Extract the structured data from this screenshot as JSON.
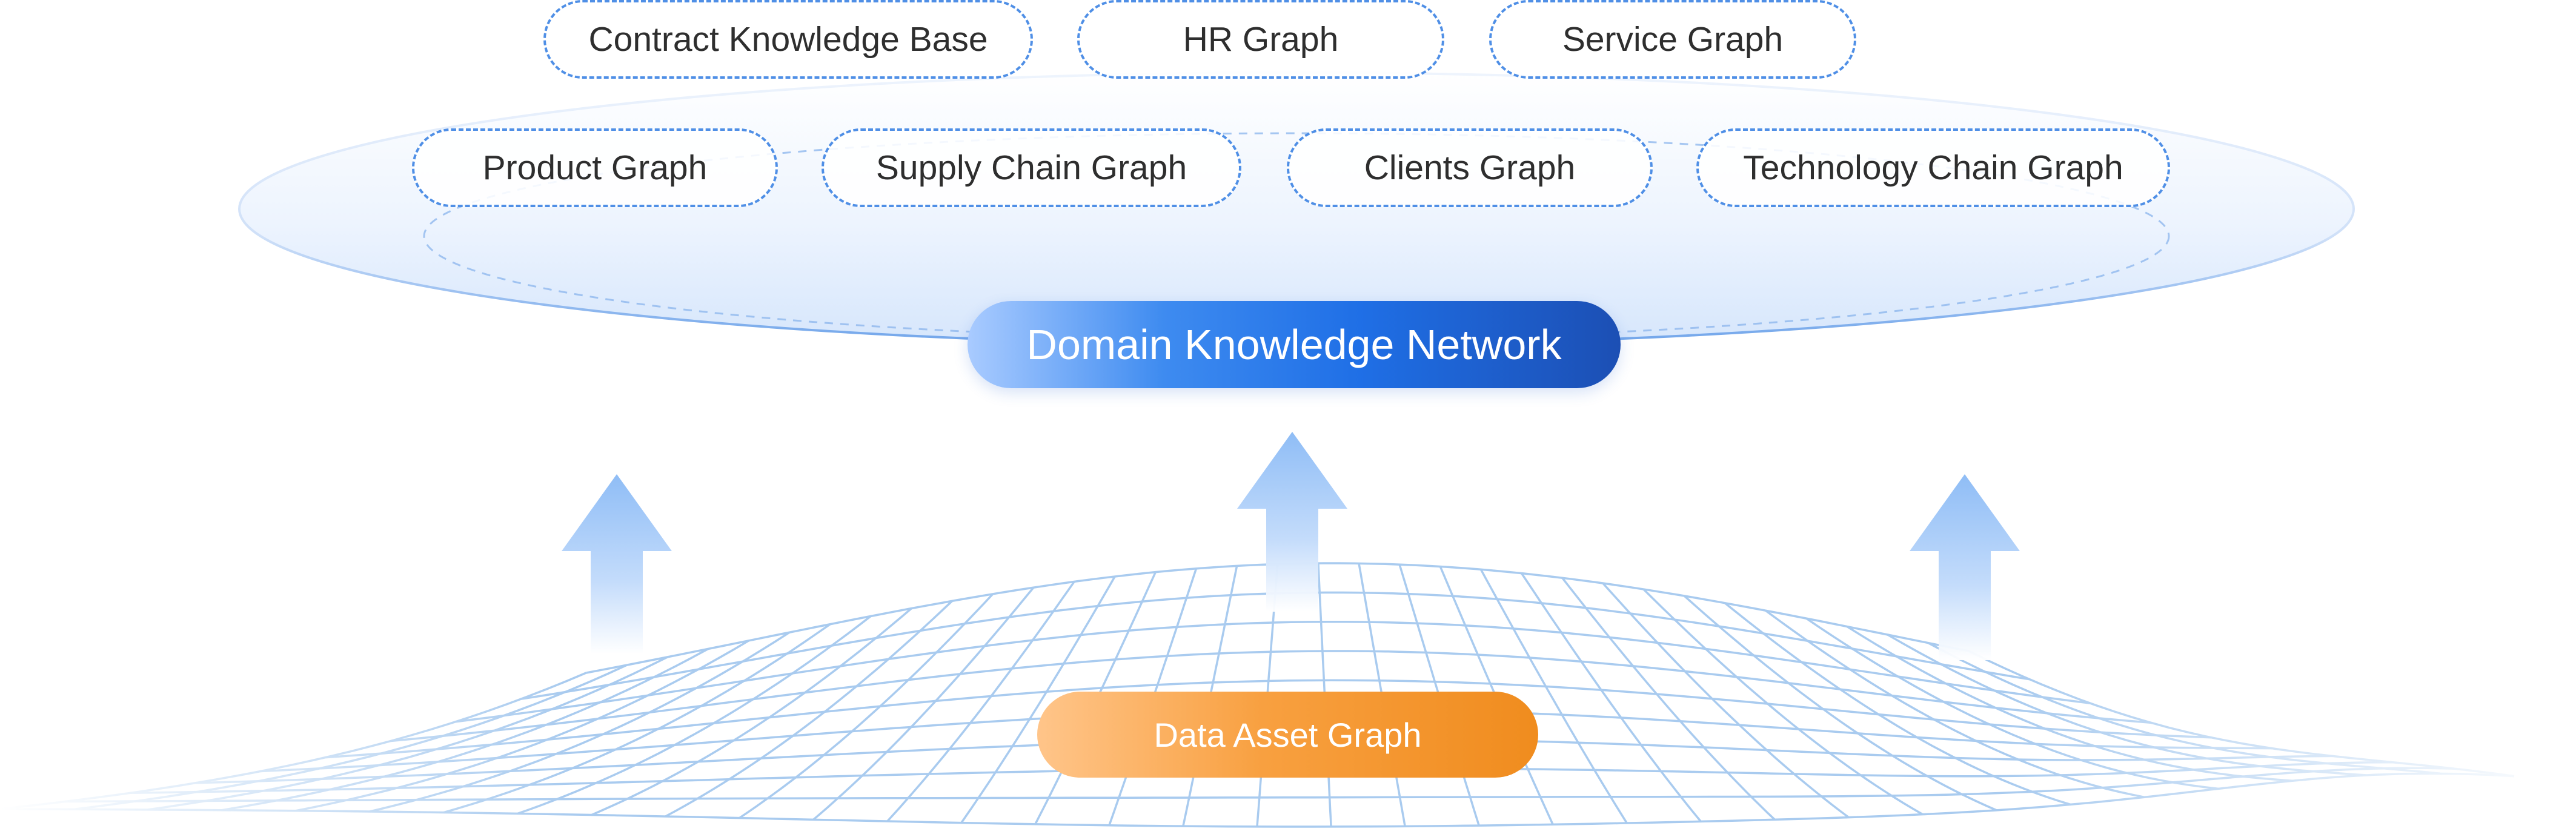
{
  "domains": {
    "top_row": [
      {
        "label": "Contract Knowledge Base"
      },
      {
        "label": "HR Graph"
      },
      {
        "label": "Service Graph"
      }
    ],
    "second_row": [
      {
        "label": "Product Graph"
      },
      {
        "label": "Supply Chain Graph"
      },
      {
        "label": "Clients Graph"
      },
      {
        "label": "Technology Chain Graph"
      }
    ]
  },
  "network": {
    "label": "Domain Knowledge Network"
  },
  "asset": {
    "label": "Data Asset Graph"
  },
  "colors": {
    "pill_border": "#4f8fe6",
    "network_gradient_start": "#a9cbff",
    "network_gradient_end": "#1c4fb4",
    "asset_gradient_start": "#ffc58a",
    "asset_gradient_end": "#f08c1e",
    "arrow_color": "#8fbdf6",
    "grid_color": "#a9cbef"
  },
  "icons": {
    "arrows": [
      "up-arrow-icon",
      "up-arrow-icon",
      "up-arrow-icon"
    ]
  }
}
